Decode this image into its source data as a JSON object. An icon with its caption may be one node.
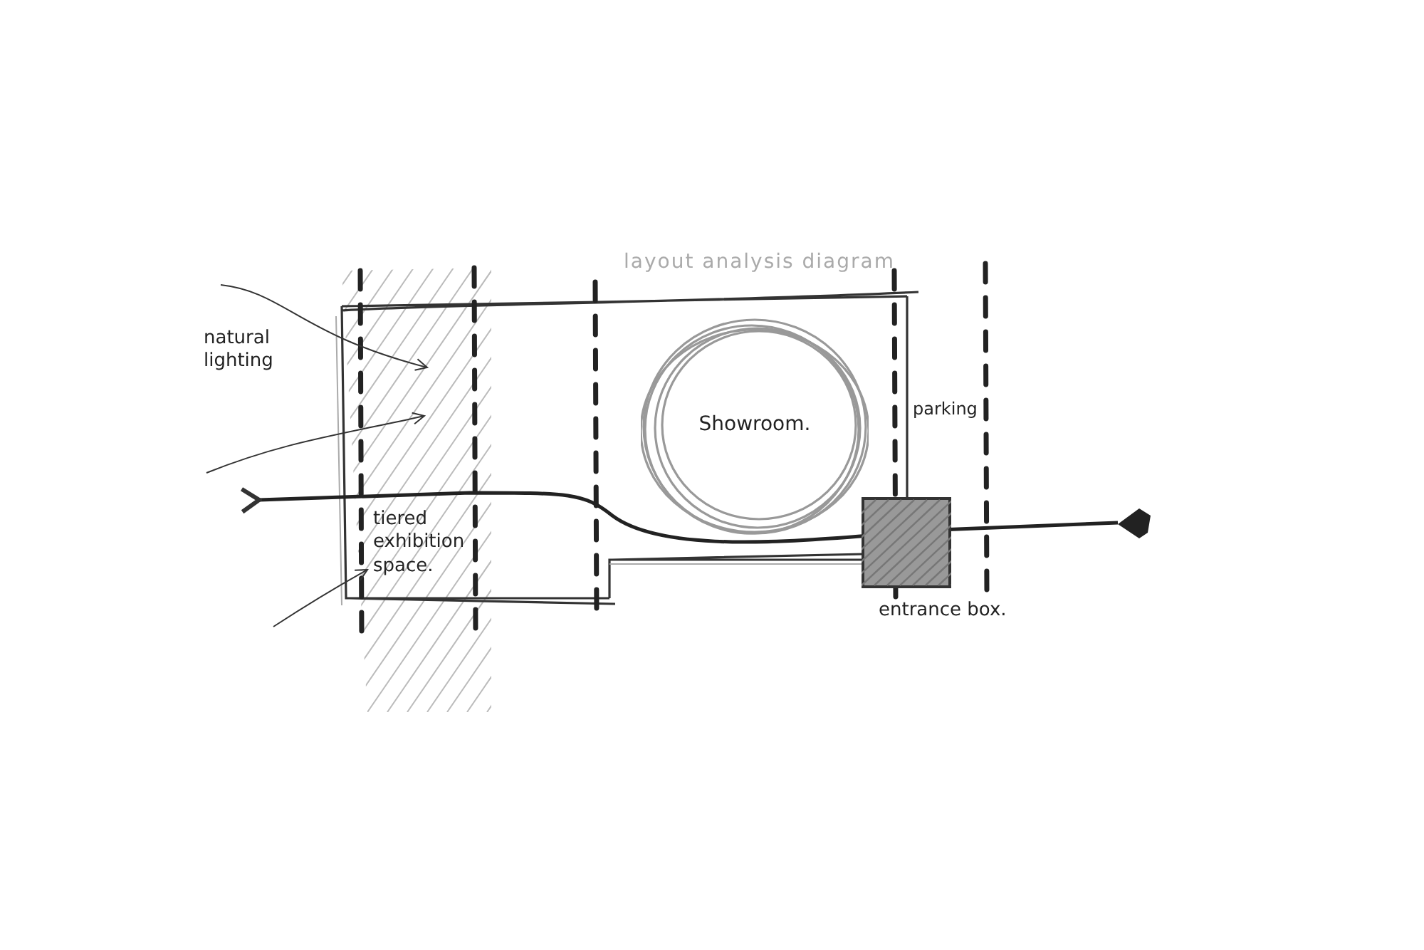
{
  "diagram": {
    "title": "layout analysis diagram",
    "nodes": [
      {
        "text": [
          "Showroom."
        ]
      },
      {
        "text": [],
        "shape": "box",
        "beside": [
          "entrance box."
        ]
      }
    ],
    "labels": [
      "natural lighting",
      "tiered exhibition space.",
      "parking"
    ]
  }
}
